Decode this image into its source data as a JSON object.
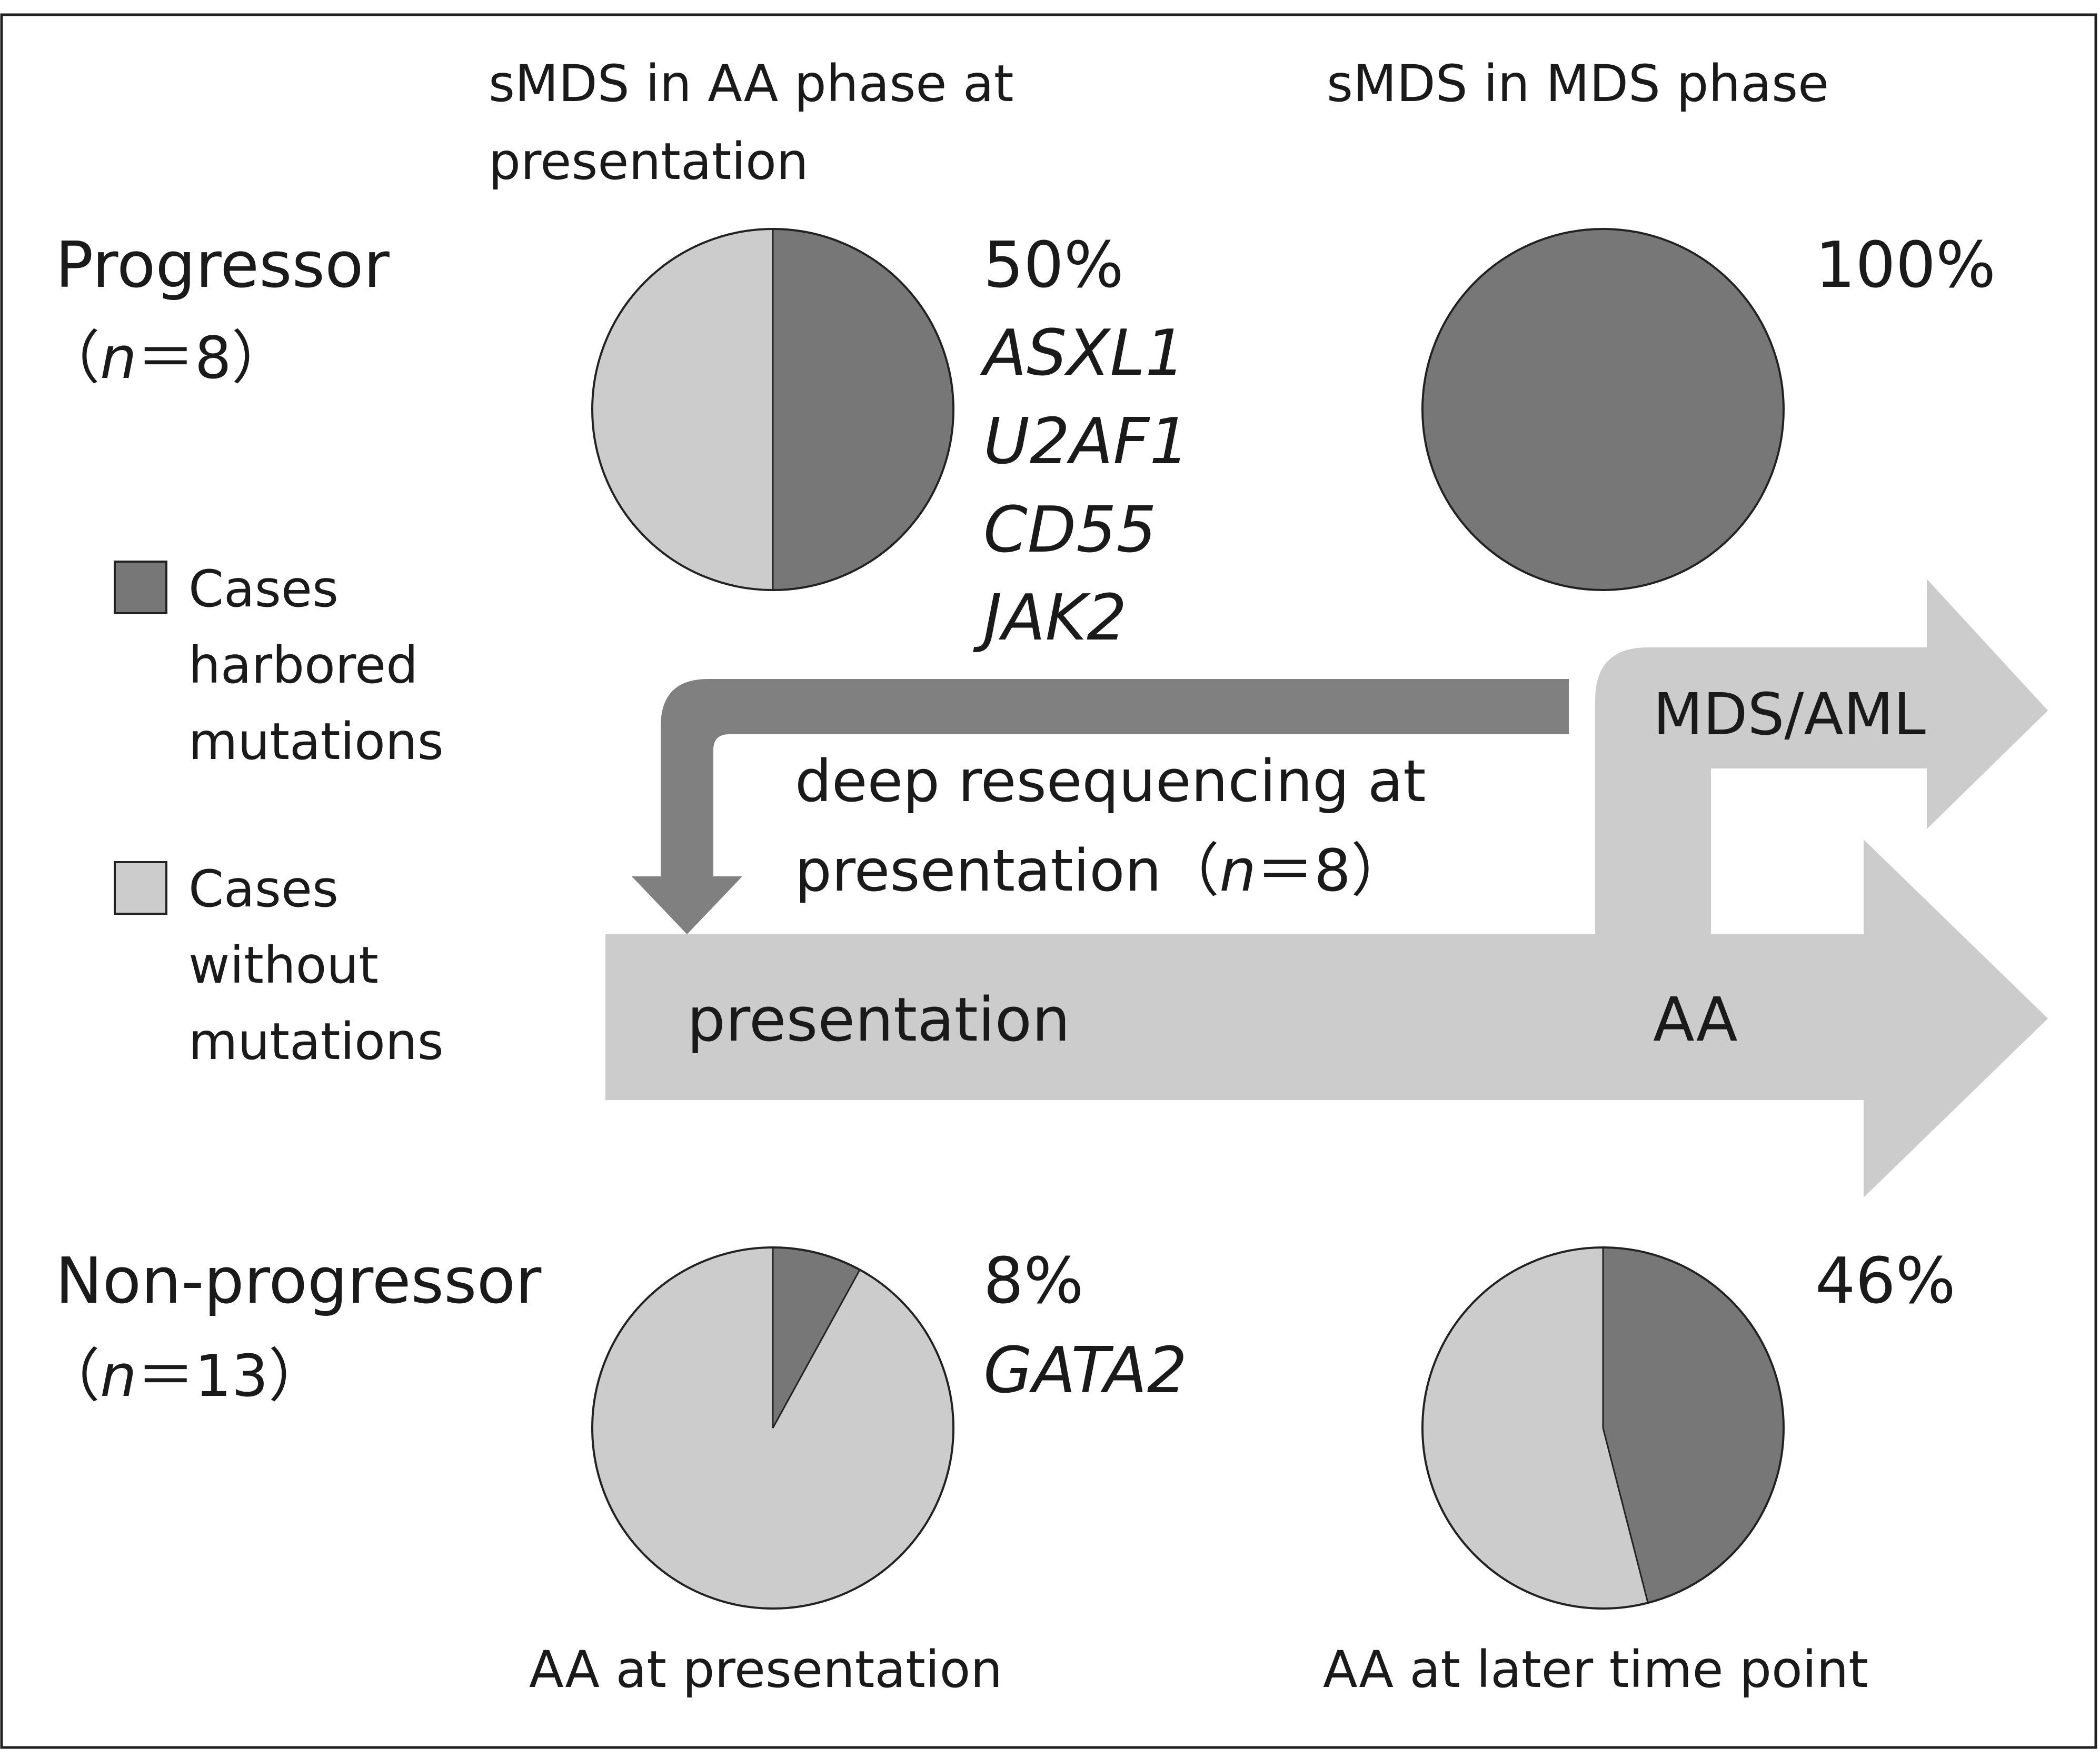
{
  "columns": {
    "left_heading_line1": "sMDS in AA phase at",
    "left_heading_line2": "presentation",
    "right_heading": "sMDS in MDS phase"
  },
  "rows": {
    "progressor": {
      "label": "Progressor",
      "n_open": "（",
      "n_var": "n",
      "n_eq": "＝8）"
    },
    "non_progressor": {
      "label": "Non-progressor",
      "n_open": "（",
      "n_var": "n",
      "n_eq": "＝13）"
    }
  },
  "legend": {
    "mutated": {
      "line1": "Cases",
      "line2": "harbored",
      "line3": "mutations",
      "color": "#777777"
    },
    "unmutated": {
      "line1": "Cases",
      "line2": "without",
      "line3": "mutations",
      "color": "#cccccc"
    }
  },
  "pies": {
    "progressor_presentation": {
      "percent_label": "50%",
      "fraction": 0.5,
      "genes": [
        "ASXL1",
        "U2AF1",
        "CD55",
        "JAK2"
      ]
    },
    "progressor_mds": {
      "percent_label": "100%",
      "fraction": 1.0
    },
    "nonprog_presentation": {
      "percent_label": "8%",
      "fraction": 0.08,
      "genes": [
        "GATA2"
      ],
      "caption": "AA at presentation"
    },
    "nonprog_later": {
      "percent_label": "46%",
      "fraction": 0.46,
      "caption": "AA at later time point"
    }
  },
  "arrows": {
    "main_label": "presentation",
    "aa_label": "AA",
    "mds_aml_label": "MDS/AML",
    "deep_line1": "deep resequencing at",
    "deep_line2_text": "presentation（",
    "deep_line2_var": "n",
    "deep_line2_end": "＝8）",
    "light_color": "#cccccc",
    "dark_color": "#808080"
  }
}
